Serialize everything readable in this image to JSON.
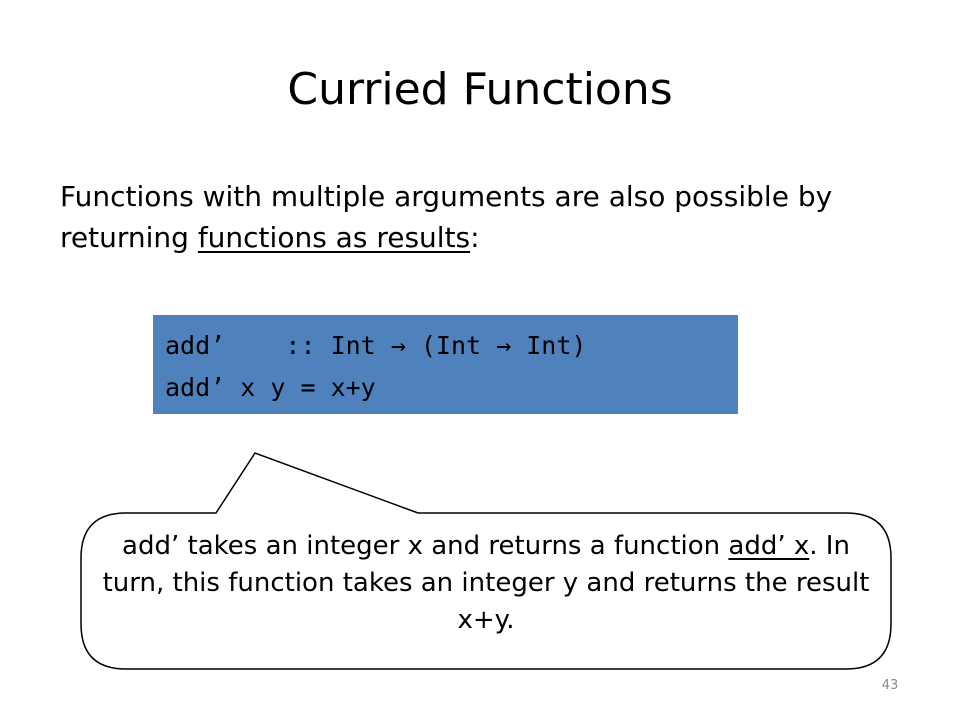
{
  "slide": {
    "title": "Curried Functions",
    "intro_part1": "Functions with multiple arguments are also possible by returning ",
    "intro_underlined": "functions as results",
    "intro_part2": ":",
    "code_lines": [
      "add’    :: Int → (Int → Int)",
      "add’ x y = x+y"
    ],
    "callout_part1": "add’ takes an integer x and returns a function ",
    "callout_underlined": "add’ x",
    "callout_part2": ".  In turn, this function takes an integer y and returns the result x+y.",
    "page_number": "43"
  },
  "colors": {
    "code_background": "#4f81bd",
    "callout_border": "#000000",
    "page_number": "#8c8c8c"
  }
}
